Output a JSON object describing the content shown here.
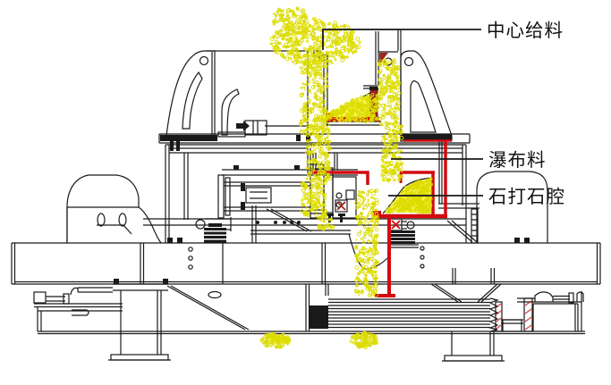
{
  "figure": {
    "type": "technical-diagram",
    "subject": "立式冲击破碎机剖面图 (VSI crusher cross-section with material flow)"
  },
  "annotations": {
    "center_feed": "中心给料",
    "waterfall_feed": "瀑布料",
    "rock_on_rock_chamber": "石打石腔"
  },
  "colors": {
    "background": "#ffffff",
    "line": "#1a1a1a",
    "highlight_red": "#d20a10",
    "particle_yellow": "#dcdc00",
    "chamber_fill": "#f4f452",
    "plate_maroon": "#9c2a20"
  }
}
